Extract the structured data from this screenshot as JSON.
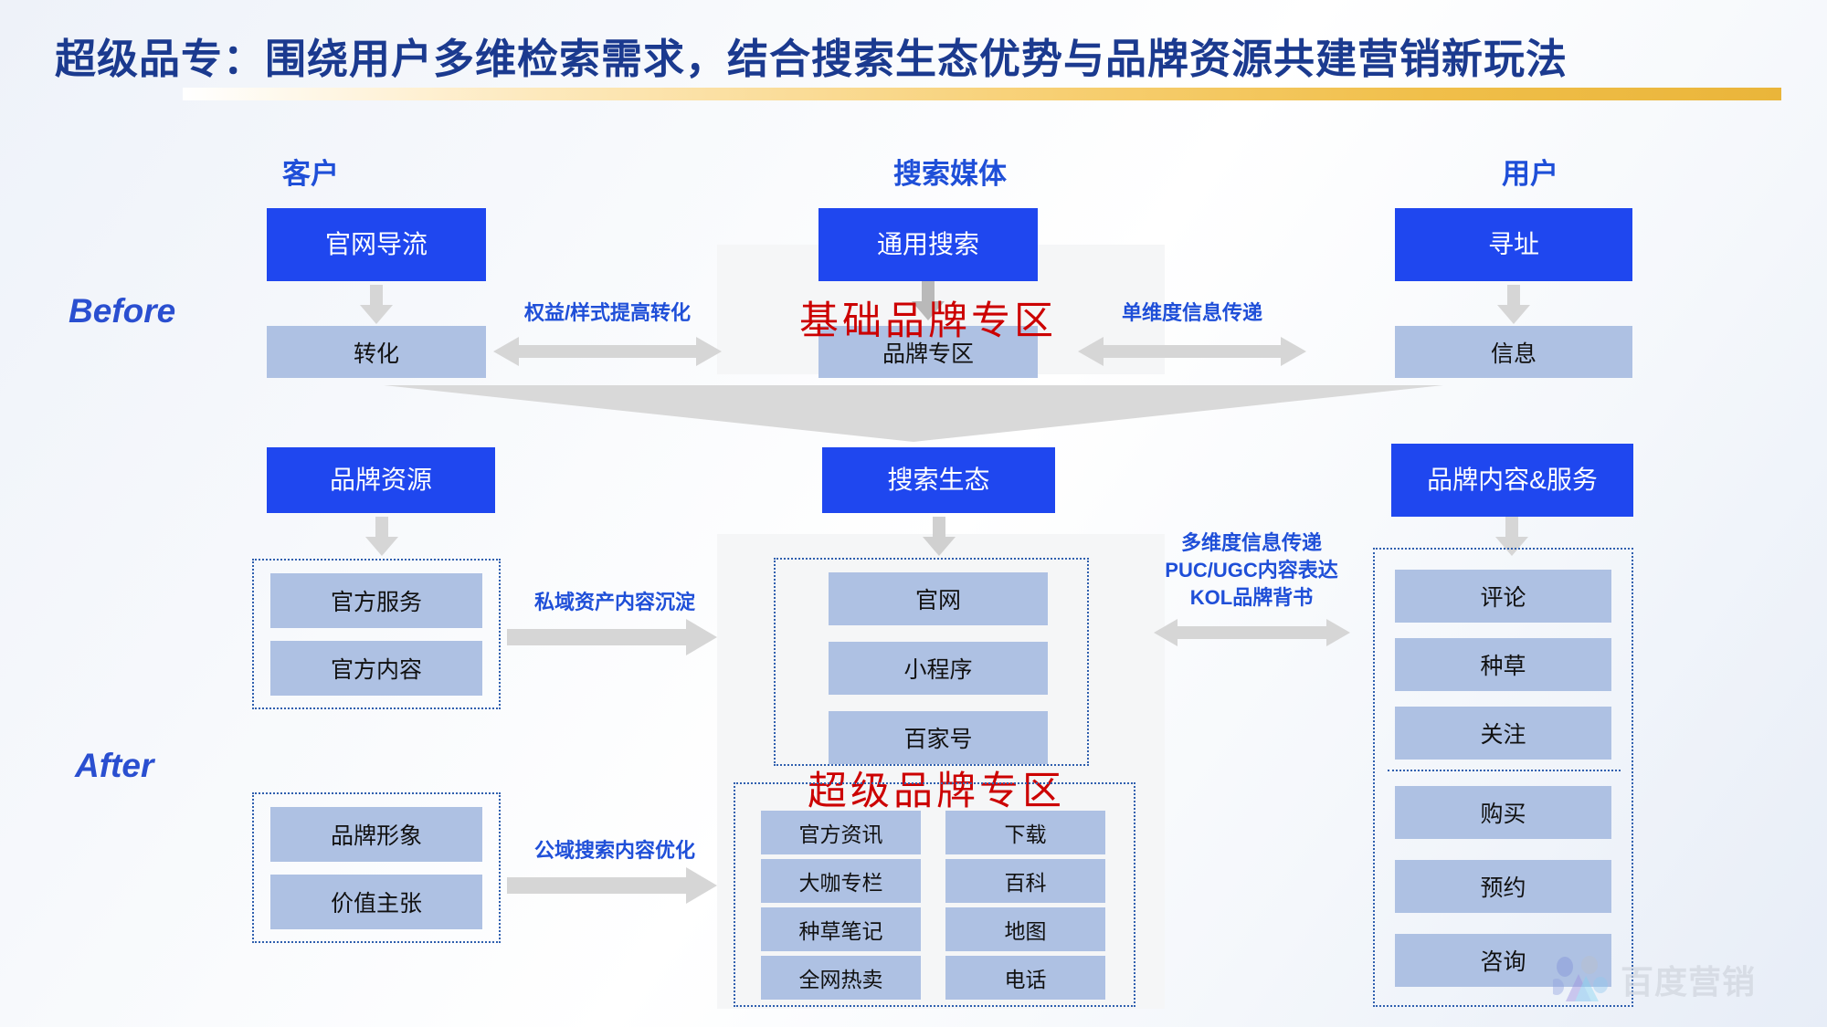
{
  "title": "超级品专：围绕用户多维检索需求，结合搜索生态优势与品牌资源共建营销新玩法",
  "columns": {
    "customer": "客户",
    "media": "搜索媒体",
    "user": "用户"
  },
  "phases": {
    "before": "Before",
    "after": "After"
  },
  "before": {
    "customer": {
      "primary": "官网导流",
      "secondary": "转化"
    },
    "media": {
      "primary": "通用搜索",
      "secondary": "品牌专区",
      "callout": "基础品牌专区"
    },
    "user": {
      "primary": "寻址",
      "secondary": "信息"
    },
    "left_connector": "权益/样式提高转化",
    "right_connector": "单维度信息传递"
  },
  "after": {
    "customer": {
      "primary": "品牌资源",
      "private_items": [
        "官方服务",
        "官方内容"
      ],
      "public_items": [
        "品牌形象",
        "价值主张"
      ],
      "private_connector": "私域资产内容沉淀",
      "public_connector": "公域搜索内容优化"
    },
    "media": {
      "primary": "搜索生态",
      "ecosystem_items": [
        "官网",
        "小程序",
        "百家号"
      ],
      "callout": "超级品牌专区",
      "zone_items_left": [
        "官方资讯",
        "大咖专栏",
        "种草笔记",
        "全网热卖"
      ],
      "zone_items_right": [
        "下载",
        "百科",
        "地图",
        "电话"
      ]
    },
    "user": {
      "primary": "品牌内容&服务",
      "items_top": [
        "评论",
        "种草",
        "关注"
      ],
      "items_bottom": [
        "购买",
        "预约",
        "咨询"
      ]
    },
    "right_connector_lines": [
      "多维度信息传递",
      "PUC/UGC内容表达",
      "KOL品牌背书"
    ]
  },
  "watermark": {
    "text": "百度营销",
    "logo": "baidu-paw-logo"
  },
  "colors": {
    "title": "#1b3a8f",
    "accent_blue": "#1f47ef",
    "label_blue": "#1f4fd8",
    "light_box": "#aec1e3",
    "callout_red": "#cc0000",
    "arrow_gray": "#d4d4d4",
    "underline_gold": "#f0bf4a"
  }
}
